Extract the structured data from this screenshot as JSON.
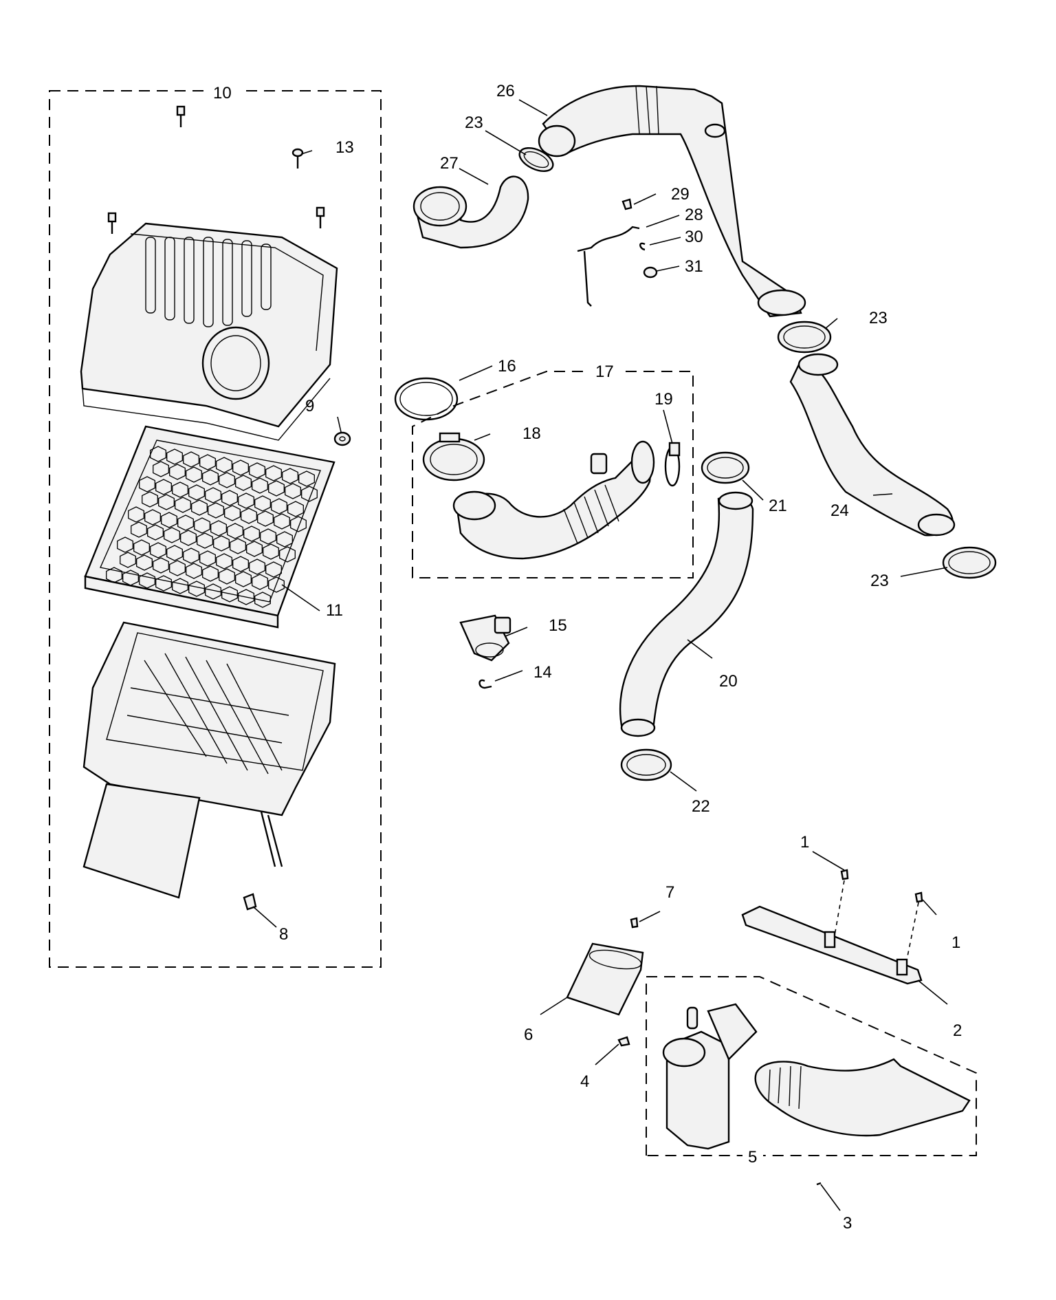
{
  "callouts": {
    "c1a": "1",
    "c1b": "1",
    "c2": "2",
    "c3": "3",
    "c4": "4",
    "c5": "5",
    "c6": "6",
    "c7": "7",
    "c8": "8",
    "c9": "9",
    "c10": "10",
    "c11": "11",
    "c13": "13",
    "c14": "14",
    "c15": "15",
    "c16": "16",
    "c17": "17",
    "c18": "18",
    "c19": "19",
    "c20": "20",
    "c21": "21",
    "c22": "22",
    "c23a": "23",
    "c23b": "23",
    "c23c": "23",
    "c24": "24",
    "c26": "26",
    "c27": "27",
    "c28": "28",
    "c29": "29",
    "c30": "30",
    "c31": "31"
  }
}
